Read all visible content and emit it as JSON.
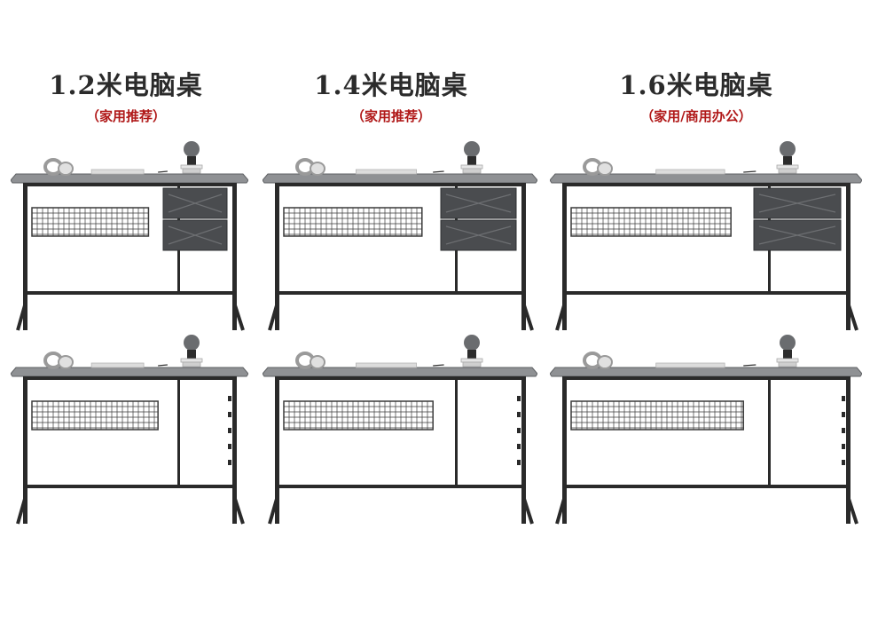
{
  "products": [
    {
      "title": "1.2米电脑桌",
      "subtitle": "（家用推荐）"
    },
    {
      "title": "1.4米电脑桌",
      "subtitle": "（家用推荐）"
    },
    {
      "title": "1.6米电脑桌",
      "subtitle": "（家用/商用办公）"
    }
  ],
  "rows": [
    {
      "variant": "with-drawers"
    },
    {
      "variant": "plain"
    }
  ],
  "colors": {
    "top": "#8f9194",
    "top_edge": "#5f6164",
    "frame": "#2a2a2a",
    "mesh": "#3a3a3a",
    "drawer": "#4a4c4f",
    "title": "#2b2b2b",
    "subtitle": "#b01818"
  },
  "icons": [
    "headphones-icon",
    "figurine-icon",
    "notebook-icon",
    "pen-icon"
  ]
}
